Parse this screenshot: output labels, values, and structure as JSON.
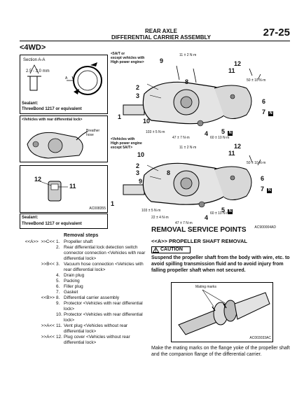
{
  "header": {
    "title_line1": "REAR AXLE",
    "title_line2": "DIFFERENTIAL CARRIER ASSEMBLY",
    "page_number": "27-25"
  },
  "section_tag": "<4WD>",
  "left_figures": {
    "section_label": "Section A-A",
    "dimension": "2.5 - 3.0 mm",
    "section_letter": "A",
    "sealant_label": "Sealant:",
    "sealant_value": "ThreeBond 1217 or equivalent",
    "rear_lock_label": "<Vehicles with rear differential lock>",
    "breather_label": "Breather hose",
    "lock_callout_12": "12",
    "lock_callout_11": "11",
    "lock_code": "AC008355",
    "sealant2_label": "Sealant:",
    "sealant2_value": "ThreeBond 1217 or equivalent"
  },
  "upper_diagram": {
    "caption_lines": [
      "<5A/T or",
      "except vehicles with",
      "High power engine>"
    ],
    "torque_top": "11 ± 2 N·m",
    "torque_50": "50 ± 10 N·m",
    "torque_103": "103 ± 5 N·m",
    "torque_47": "47 ± 7 N·m",
    "torque_60": "60 ± 10 N·m",
    "callouts": [
      "9",
      "8",
      "12",
      "11",
      "2",
      "3",
      "10",
      "6",
      "7",
      "1",
      "5",
      "4"
    ]
  },
  "lower_diagram": {
    "caption_lines": [
      "<Vehicles with",
      "High power engine",
      "except 5A/T>"
    ],
    "torque_top": "11 ± 2 N·m",
    "torque_50": "50 ± 10 N·m",
    "torque_103": "103 ± 5 N·m",
    "torque_47": "47 ± 7 N·m",
    "torque_60": "60 ± 10 N·m",
    "torque_22": "22 ± 4 N·m",
    "callouts": [
      "12",
      "11",
      "10",
      "2",
      "3",
      "9",
      "8",
      "6",
      "7",
      "1",
      "5",
      "4"
    ],
    "code": "AC900004AD"
  },
  "removal_steps": {
    "heading": "Removal steps",
    "items": [
      {
        "mark": "<<A>>  >>C<<",
        "num": "1.",
        "text": "Propeller shaft"
      },
      {
        "mark": "",
        "num": "2.",
        "text": "Rear differential lock detection switch connector connection <Vehicles with rear differential lock>"
      },
      {
        "mark": ">>B<<",
        "num": "3.",
        "text": "Vacuum hose connection <Vehicles with rear differential lock>"
      },
      {
        "mark": "",
        "num": "4.",
        "text": "Drain plug"
      },
      {
        "mark": "",
        "num": "5.",
        "text": "Packing"
      },
      {
        "mark": "",
        "num": "6.",
        "text": "Filler plug"
      },
      {
        "mark": "",
        "num": "7.",
        "text": "Gasket"
      },
      {
        "mark": "<<B>>",
        "num": "8.",
        "text": "Differential carrier assembly"
      },
      {
        "mark": "",
        "num": "9.",
        "text": "Protector <Vehicles with rear differential lock>"
      },
      {
        "mark": "",
        "num": "10.",
        "text": "Protector <Vehicles with rear differential lock>"
      },
      {
        "mark": ">>A<<",
        "num": "11.",
        "text": "Vent plug <Vehicles without rear differential lock>"
      },
      {
        "mark": ">>A<<",
        "num": "12.",
        "text": "Plug cover <Vehicles without rear differential lock>"
      }
    ]
  },
  "service": {
    "title": "REMOVAL SERVICE POINTS",
    "subtitle": "<<A>> PROPELLER SHAFT REMOVAL",
    "caution_label": "CAUTION",
    "caution_text": "Suspend the propeller shaft from the body with wire, etc. to avoid spilling transmission fluid and to avoid injury from falling propeller shaft when not secured.",
    "photo_label": "Mating marks",
    "photo_code": "AC003033AC",
    "instruction": "Make the mating marks on the flange yoke of the propeller shaft and the companion flange of the differential carrier."
  }
}
